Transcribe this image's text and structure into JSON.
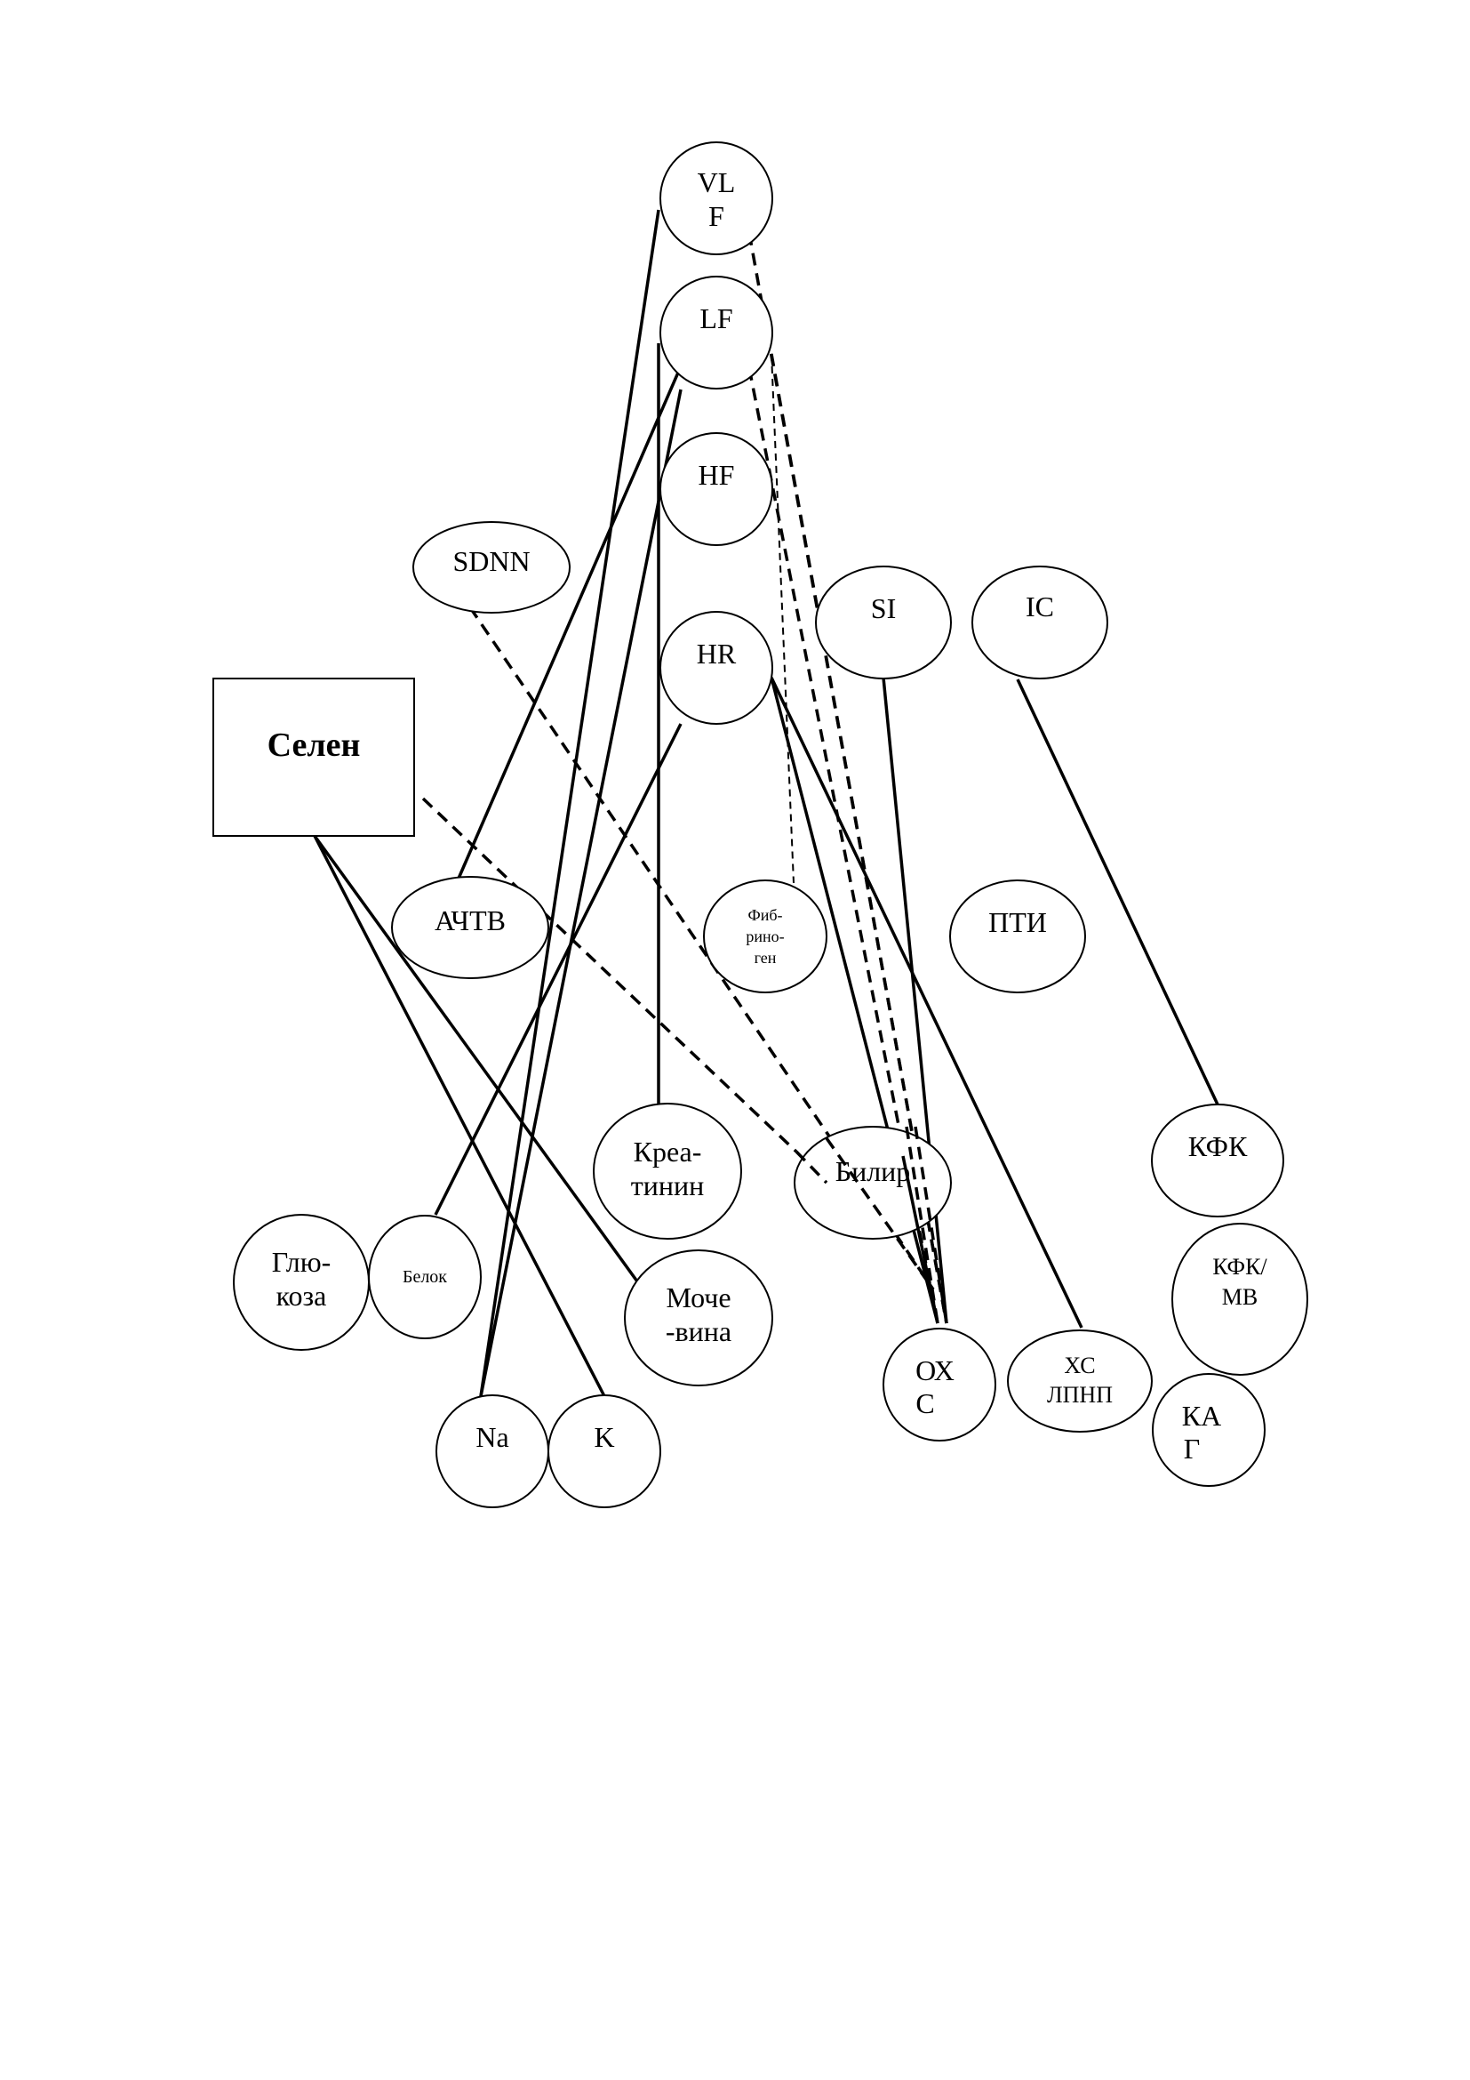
{
  "diagram": {
    "nodes": {
      "vlf": [
        "VL",
        "F"
      ],
      "lf": [
        "LF"
      ],
      "hf": [
        "HF"
      ],
      "sdnn": [
        "SDNN"
      ],
      "si": [
        "SI"
      ],
      "ic": [
        "IC"
      ],
      "hr": [
        "HR"
      ],
      "selen": [
        "Селен"
      ],
      "achtv": [
        "АЧТВ"
      ],
      "fibrinogen": [
        "Фиб-",
        "рино-",
        "ген"
      ],
      "pti": [
        "ПТИ"
      ],
      "kreatinin": [
        "Креа-",
        "тинин"
      ],
      "bilir": [
        "Билир"
      ],
      "kfk": [
        "КФК"
      ],
      "glukoza": [
        "Глю-",
        "коза"
      ],
      "belok": [
        "Белок"
      ],
      "mochevina": [
        "Моче",
        "-вина"
      ],
      "kfk_mv": [
        "КФК/",
        "МВ"
      ],
      "ohs": [
        "ОХ",
        "С"
      ],
      "hs_lpnp": [
        "ХС",
        "ЛПНП"
      ],
      "kag": [
        "КА",
        "Г"
      ],
      "na": [
        "Na"
      ],
      "k": [
        "K"
      ]
    }
  }
}
